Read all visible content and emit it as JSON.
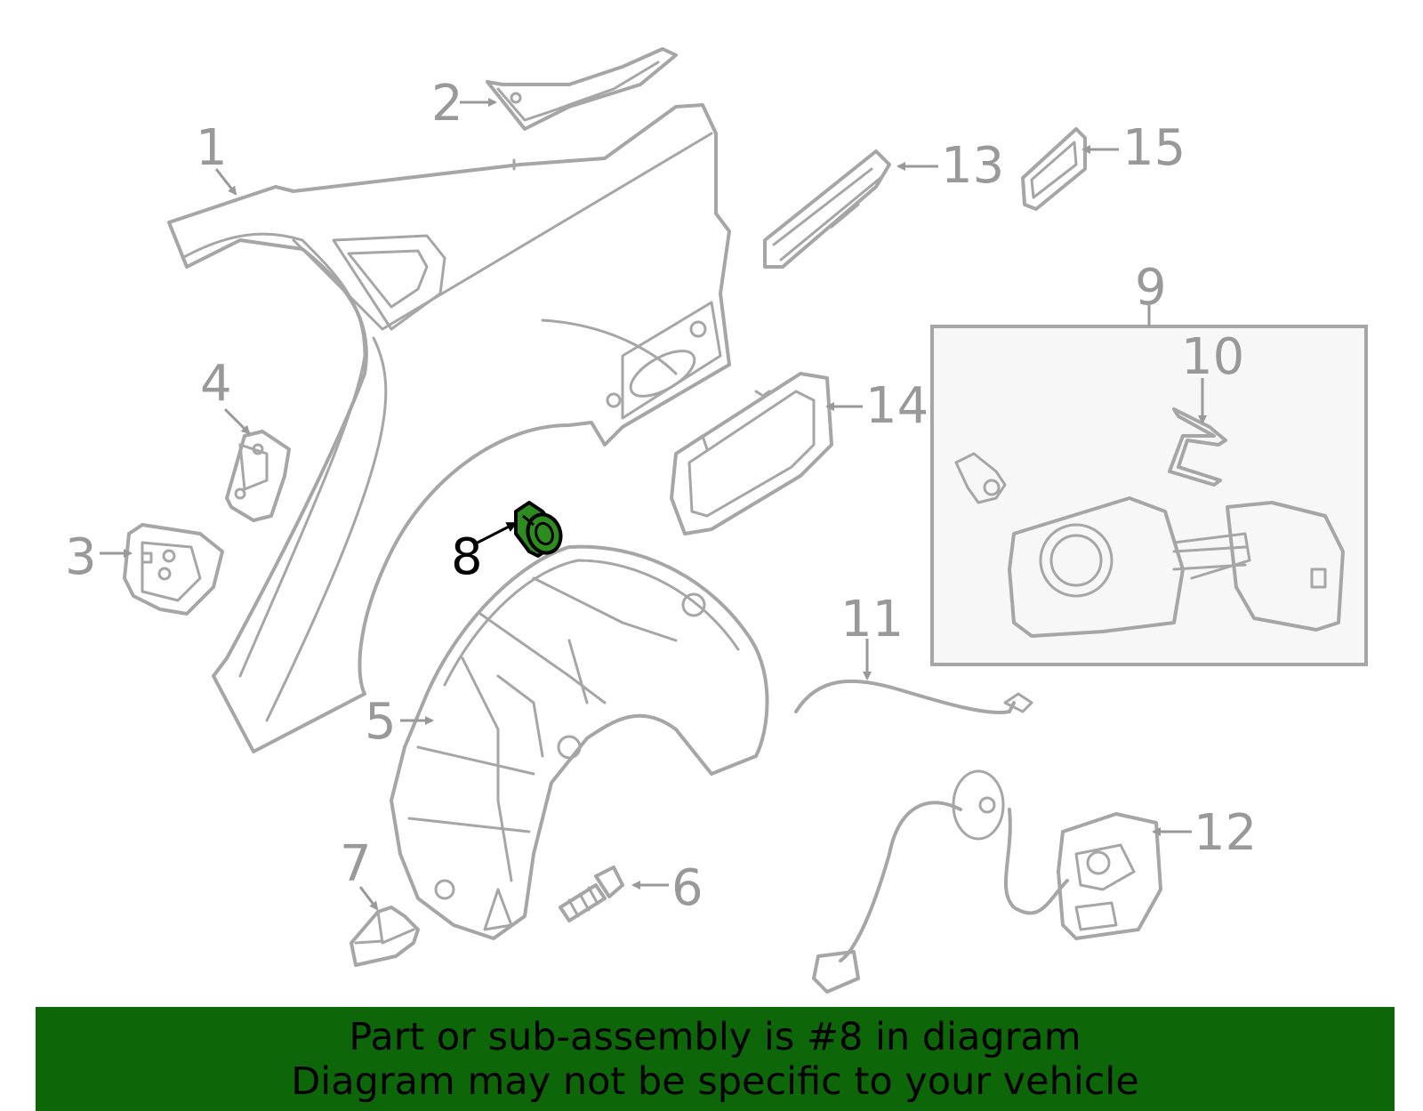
{
  "diagram": {
    "callouts": [
      {
        "id": "1",
        "label": "1"
      },
      {
        "id": "2",
        "label": "2"
      },
      {
        "id": "3",
        "label": "3"
      },
      {
        "id": "4",
        "label": "4"
      },
      {
        "id": "5",
        "label": "5"
      },
      {
        "id": "6",
        "label": "6"
      },
      {
        "id": "7",
        "label": "7"
      },
      {
        "id": "8",
        "label": "8"
      },
      {
        "id": "9",
        "label": "9"
      },
      {
        "id": "10",
        "label": "10"
      },
      {
        "id": "11",
        "label": "11"
      },
      {
        "id": "12",
        "label": "12"
      },
      {
        "id": "13",
        "label": "13"
      },
      {
        "id": "14",
        "label": "14"
      },
      {
        "id": "15",
        "label": "15"
      }
    ],
    "highlighted_part": "8",
    "highlight_color": "#2e8b1f",
    "part_outline_color": "#a6a6a6"
  },
  "banner": {
    "line1": "Part or sub-assembly is #8 in diagram",
    "line2": "Diagram may not be specific to your vehicle",
    "background": "#0d6608"
  }
}
